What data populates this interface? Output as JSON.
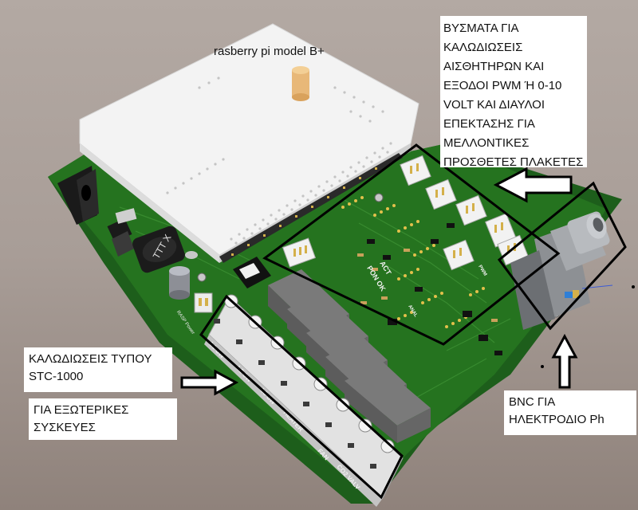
{
  "labels": {
    "rpi": "rasberry pi model B+",
    "sensors_lines": [
      "ΒΥΣΜΑΤΑ ΓΙΑ",
      "ΚΑΛΩΔΙΩΣΕΙΣ",
      "ΑΙΣΘΗΤΗΡΩΝ ΚΑΙ",
      "ΕΞΟΔΟΙ PWM Ή 0-10",
      "VOLT ΚΑΙ ΔΙΑΥΛΟΙ",
      "ΕΠΕΚΤΑΣΗΣ ΓΙΑ",
      "ΜΕΛΛΟΝΤΙΚΕΣ",
      "ΠΡΟΣΘΕΤΕΣ ΠΛΑΚΕΤΕΣ"
    ],
    "stc_lines": [
      "ΚΑΛΩΔΙΩΣΕΙΣ ΤΥΠΟΥ",
      "STC-1000"
    ],
    "ext_lines": [
      "ΓΙΑ ΕΞΩΤΕΡΙΚΕΣ",
      "ΣΥΣΚΕΥΕΣ"
    ],
    "bnc_lines": [
      "BNC ΓΙΑ",
      "ΗΛΕΚΤΡΟΔΙΟ Ph"
    ]
  },
  "board": {
    "terminals": [
      "L1 SW",
      "L2 SW",
      "L3 SW",
      "HEATER",
      "FAN",
      "CO2 VALV"
    ],
    "inductor_marking": "TTT X",
    "silk_left": [
      "ACT",
      "PON OK"
    ],
    "silk_small": [
      "RASP Power",
      "ANAL",
      "PWM"
    ]
  },
  "colors": {
    "pcb": "#1f6b1f",
    "pcb_light": "#2f8a2a",
    "rpi_board": "#f2f2f2",
    "relay": "#6e6e6e",
    "terminal": "#e6e6e6",
    "outline": "#000000"
  }
}
